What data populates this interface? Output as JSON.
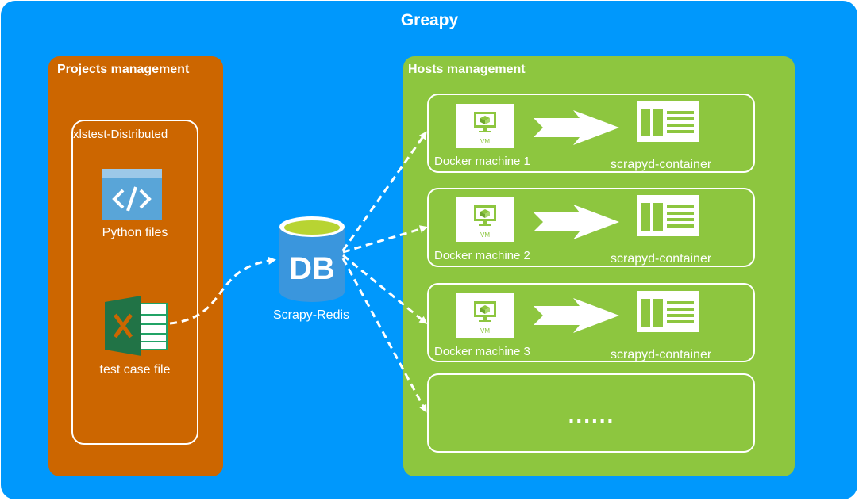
{
  "title": "Greapy",
  "projects": {
    "heading": "Projects management",
    "project_name": "xlstest-Distributed",
    "python_label": "Python files",
    "testcase_label": "test case file"
  },
  "db": {
    "icon_text": "DB",
    "label": "Scrapy-Redis"
  },
  "hosts": {
    "heading": "Hosts management",
    "machines": [
      {
        "label": "Docker machine 1",
        "container": "scrapyd-container",
        "vm_tag": "VM"
      },
      {
        "label": "Docker machine 2",
        "container": "scrapyd-container",
        "vm_tag": "VM"
      },
      {
        "label": "Docker machine 3",
        "container": "scrapyd-container",
        "vm_tag": "VM"
      }
    ],
    "more": "......"
  },
  "colors": {
    "background": "#0098fc",
    "projects_panel": "#cc6600",
    "hosts_panel": "#8dc63f",
    "db_blue": "#3a96dd",
    "db_top": "#b8d432",
    "excel_green": "#217346"
  }
}
